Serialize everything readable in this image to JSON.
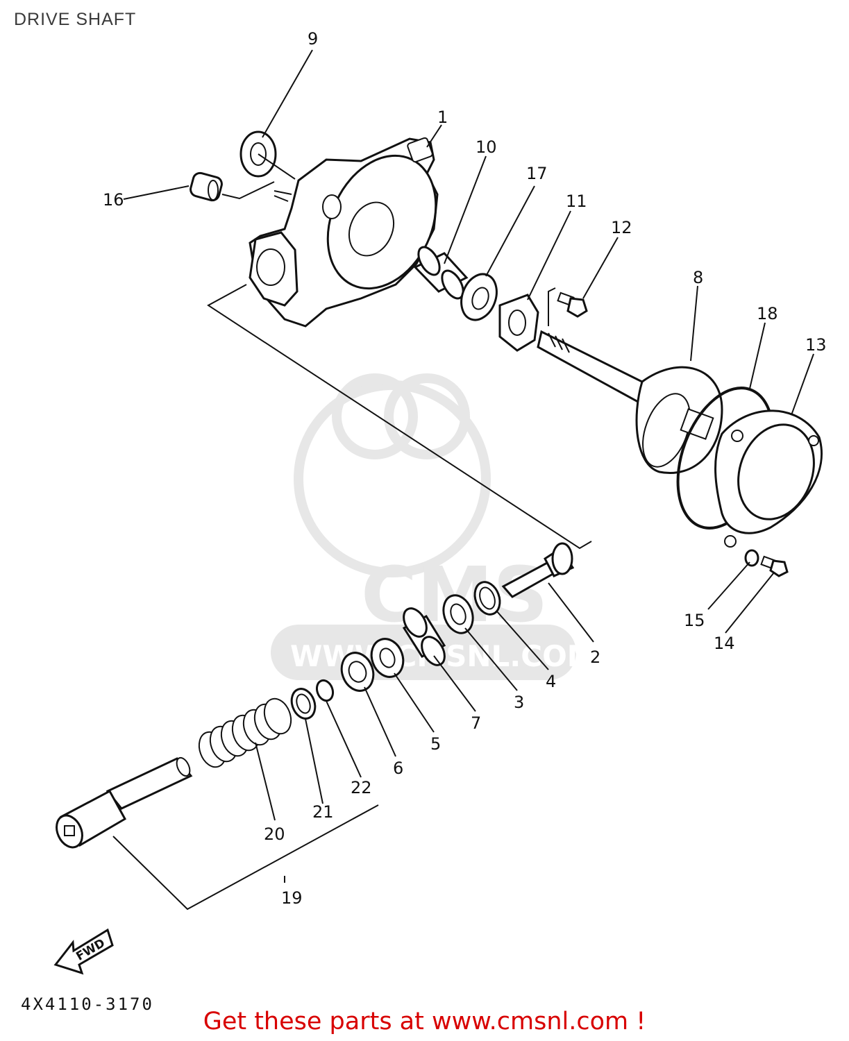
{
  "title": "DRIVE SHAFT",
  "diagram_code": "4X4110-3170",
  "promo": {
    "text": "Get these parts at www.cmsnl.com !"
  },
  "watermark": {
    "brand": "CMS",
    "url": "WWW.CMSNL.COM"
  },
  "fwd_label": "FWD",
  "callouts": [
    "1",
    "2",
    "3",
    "4",
    "5",
    "6",
    "7",
    "8",
    "9",
    "10",
    "11",
    "12",
    "13",
    "14",
    "15",
    "16",
    "17",
    "18",
    "19",
    "20",
    "21",
    "22"
  ],
  "colors": {
    "promo": "#d80000",
    "ink": "#111111",
    "watermark": "#e7e7e7"
  }
}
